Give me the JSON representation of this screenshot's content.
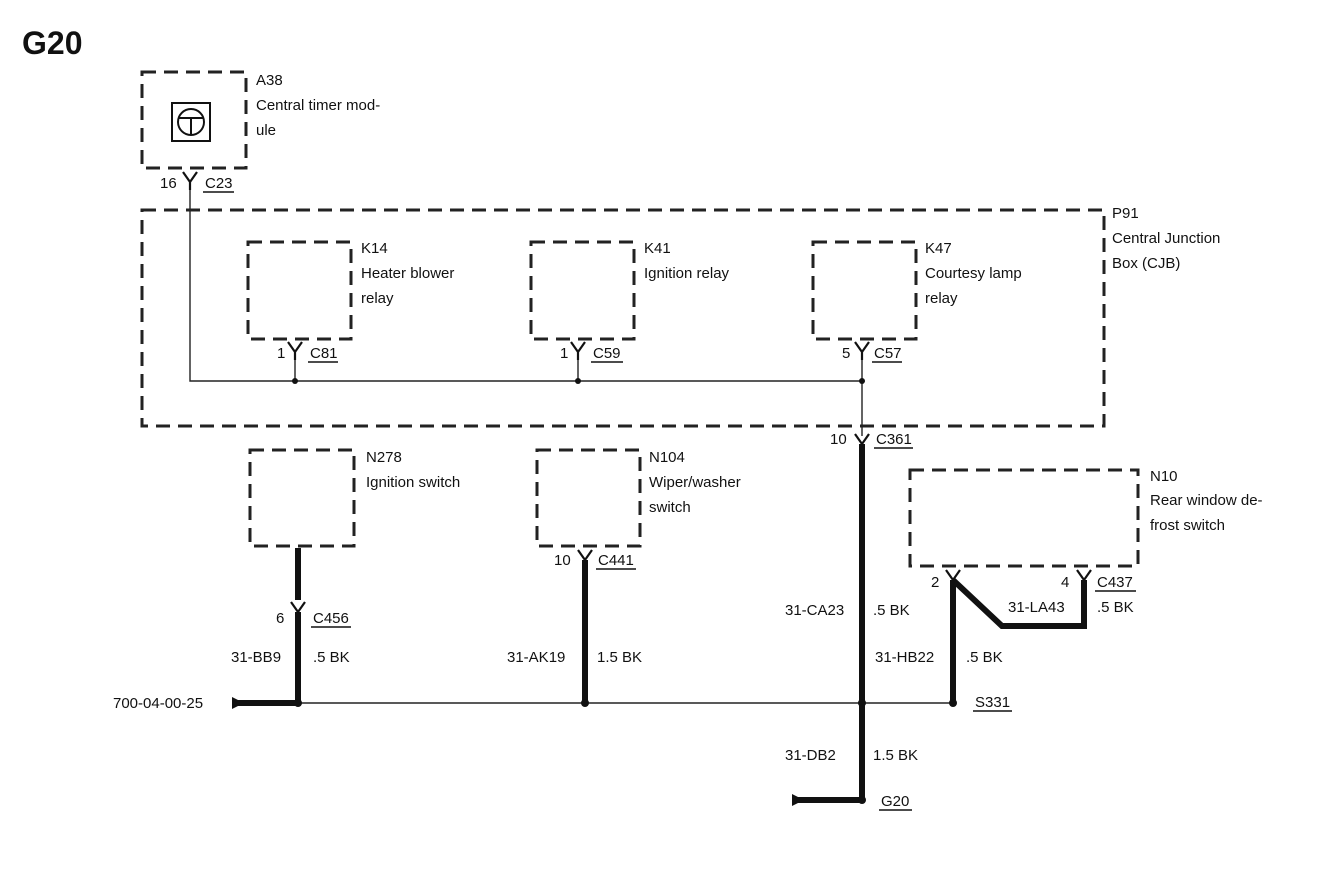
{
  "page_title": "G20",
  "components": {
    "a38": {
      "id": "A38",
      "name_1": "Central timer mod-",
      "name_2": "ule"
    },
    "p91": {
      "id": "P91",
      "name_1": "Central Junction",
      "name_2": "Box (CJB)"
    },
    "k14": {
      "id": "K14",
      "name_1": "Heater blower",
      "name_2": "relay"
    },
    "k41": {
      "id": "K41",
      "name_1": "Ignition relay"
    },
    "k47": {
      "id": "K47",
      "name_1": "Courtesy lamp",
      "name_2": "relay"
    },
    "n278": {
      "id": "N278",
      "name_1": "Ignition switch"
    },
    "n104": {
      "id": "N104",
      "name_1": "Wiper/washer",
      "name_2": "switch"
    },
    "n10": {
      "id": "N10",
      "name_1": "Rear window de-",
      "name_2": "frost switch"
    }
  },
  "connectors": {
    "c23": {
      "pin": "16",
      "name": "C23"
    },
    "c81": {
      "pin": "1",
      "name": "C81"
    },
    "c59": {
      "pin": "1",
      "name": "C59"
    },
    "c57": {
      "pin": "5",
      "name": "C57"
    },
    "c361": {
      "pin": "10",
      "name": "C361"
    },
    "c456": {
      "pin": "6",
      "name": "C456"
    },
    "c441": {
      "pin": "10",
      "name": "C441"
    },
    "c437_2": {
      "pin": "2"
    },
    "c437_4": {
      "pin": "4",
      "name": "C437"
    }
  },
  "wires": {
    "bb9": {
      "code": "31-BB9",
      "spec": ".5 BK"
    },
    "ak19": {
      "code": "31-AK19",
      "spec": "1.5 BK"
    },
    "ca23": {
      "code": "31-CA23",
      "spec": ".5 BK"
    },
    "hb22": {
      "code": "31-HB22",
      "spec": ".5 BK"
    },
    "la43": {
      "code": "31-LA43",
      "spec": ".5 BK"
    },
    "db2": {
      "code": "31-DB2",
      "spec": "1.5 BK"
    }
  },
  "splice": "S331",
  "ground": "G20",
  "reference": "700-04-00-25"
}
